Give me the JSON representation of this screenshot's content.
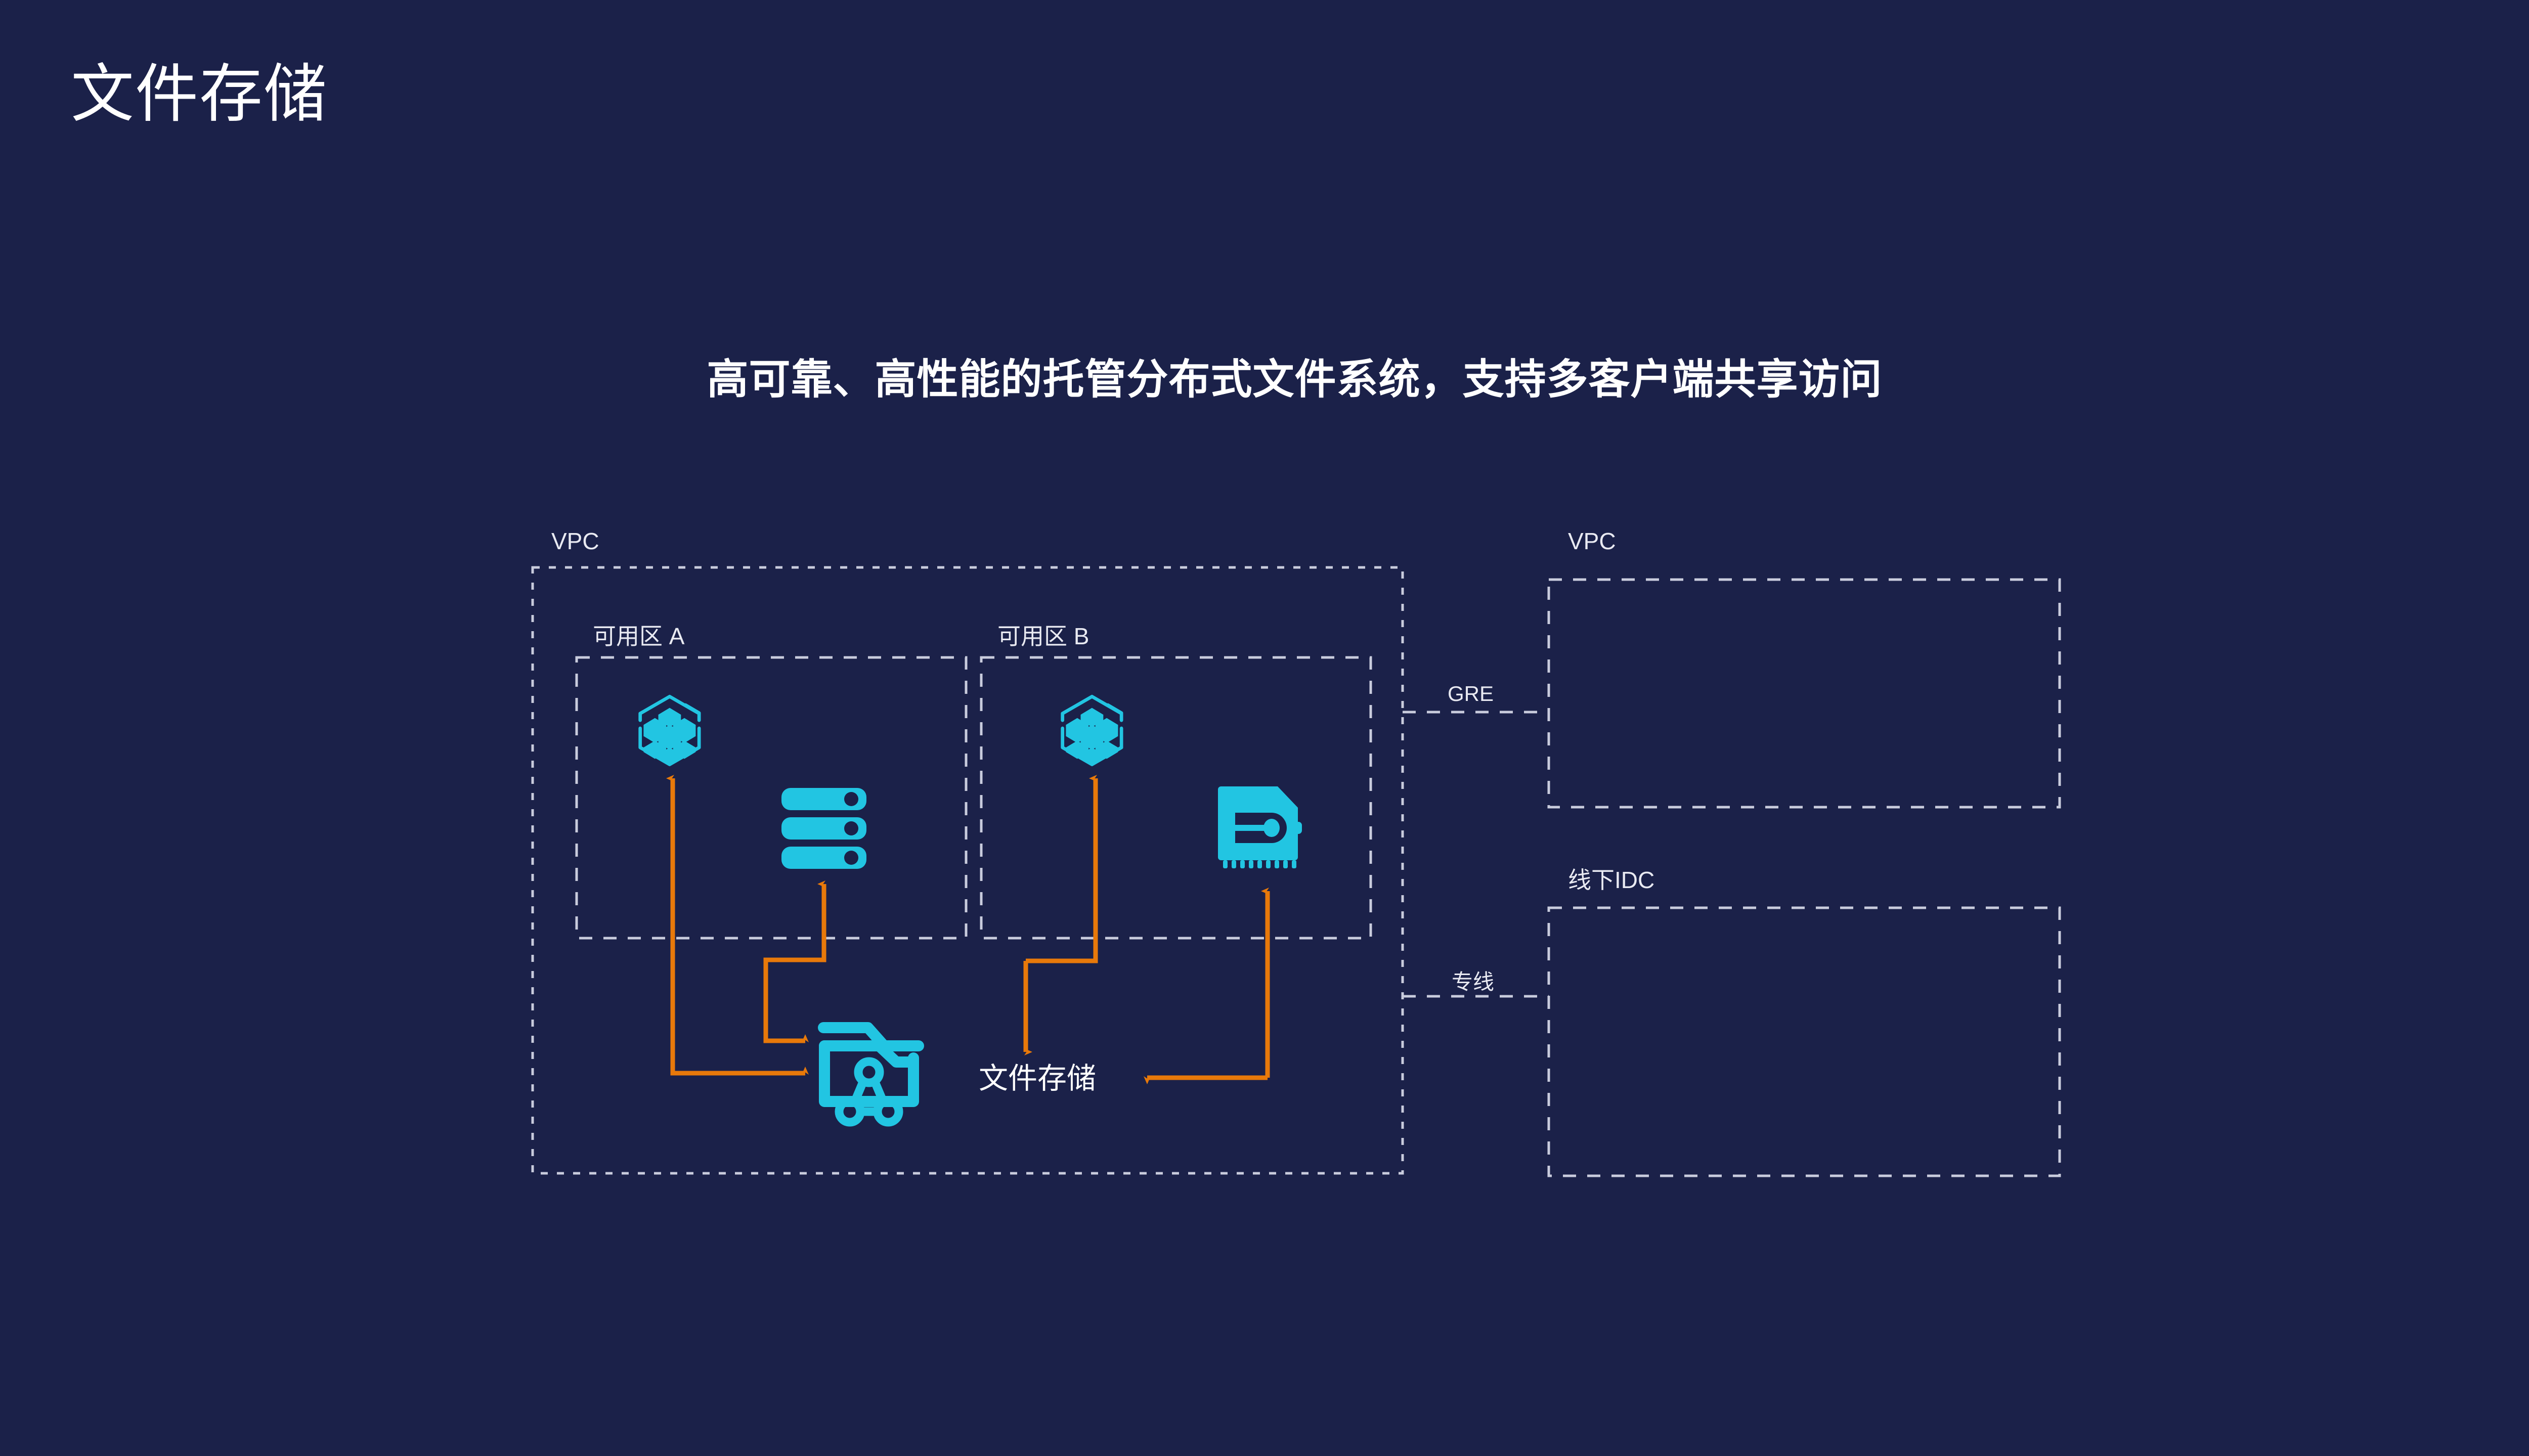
{
  "slide": {
    "title": "文件存储",
    "headline": "高可靠、高性能的托管分布式文件系统，支持多客户端共享访问",
    "background_color": "#1b2149",
    "accent_cyan": "#22c5e2",
    "accent_orange": "#e8790a",
    "border_color": "#c9ccdd"
  },
  "diagram": {
    "vpc_main": {
      "label": "VPC",
      "zones": [
        {
          "label": "可用区 A",
          "nodes": [
            {
              "icon": "container-cube-icon",
              "name": "container-instance"
            },
            {
              "icon": "server-rack-icon",
              "name": "cloud-server"
            }
          ]
        },
        {
          "label": "可用区 B",
          "nodes": [
            {
              "icon": "container-cube-icon",
              "name": "container-instance"
            },
            {
              "icon": "bare-metal-chip-icon",
              "name": "bare-metal-server"
            }
          ]
        }
      ],
      "storage": {
        "icon": "shared-folder-icon",
        "caption": "文件存储"
      }
    },
    "connections": [
      {
        "label": "GRE",
        "target": "vpc_remote"
      },
      {
        "label": "专线",
        "target": "idc_offline"
      }
    ],
    "vpc_remote": {
      "label": "VPC"
    },
    "idc_offline": {
      "label": "线下IDC"
    }
  }
}
